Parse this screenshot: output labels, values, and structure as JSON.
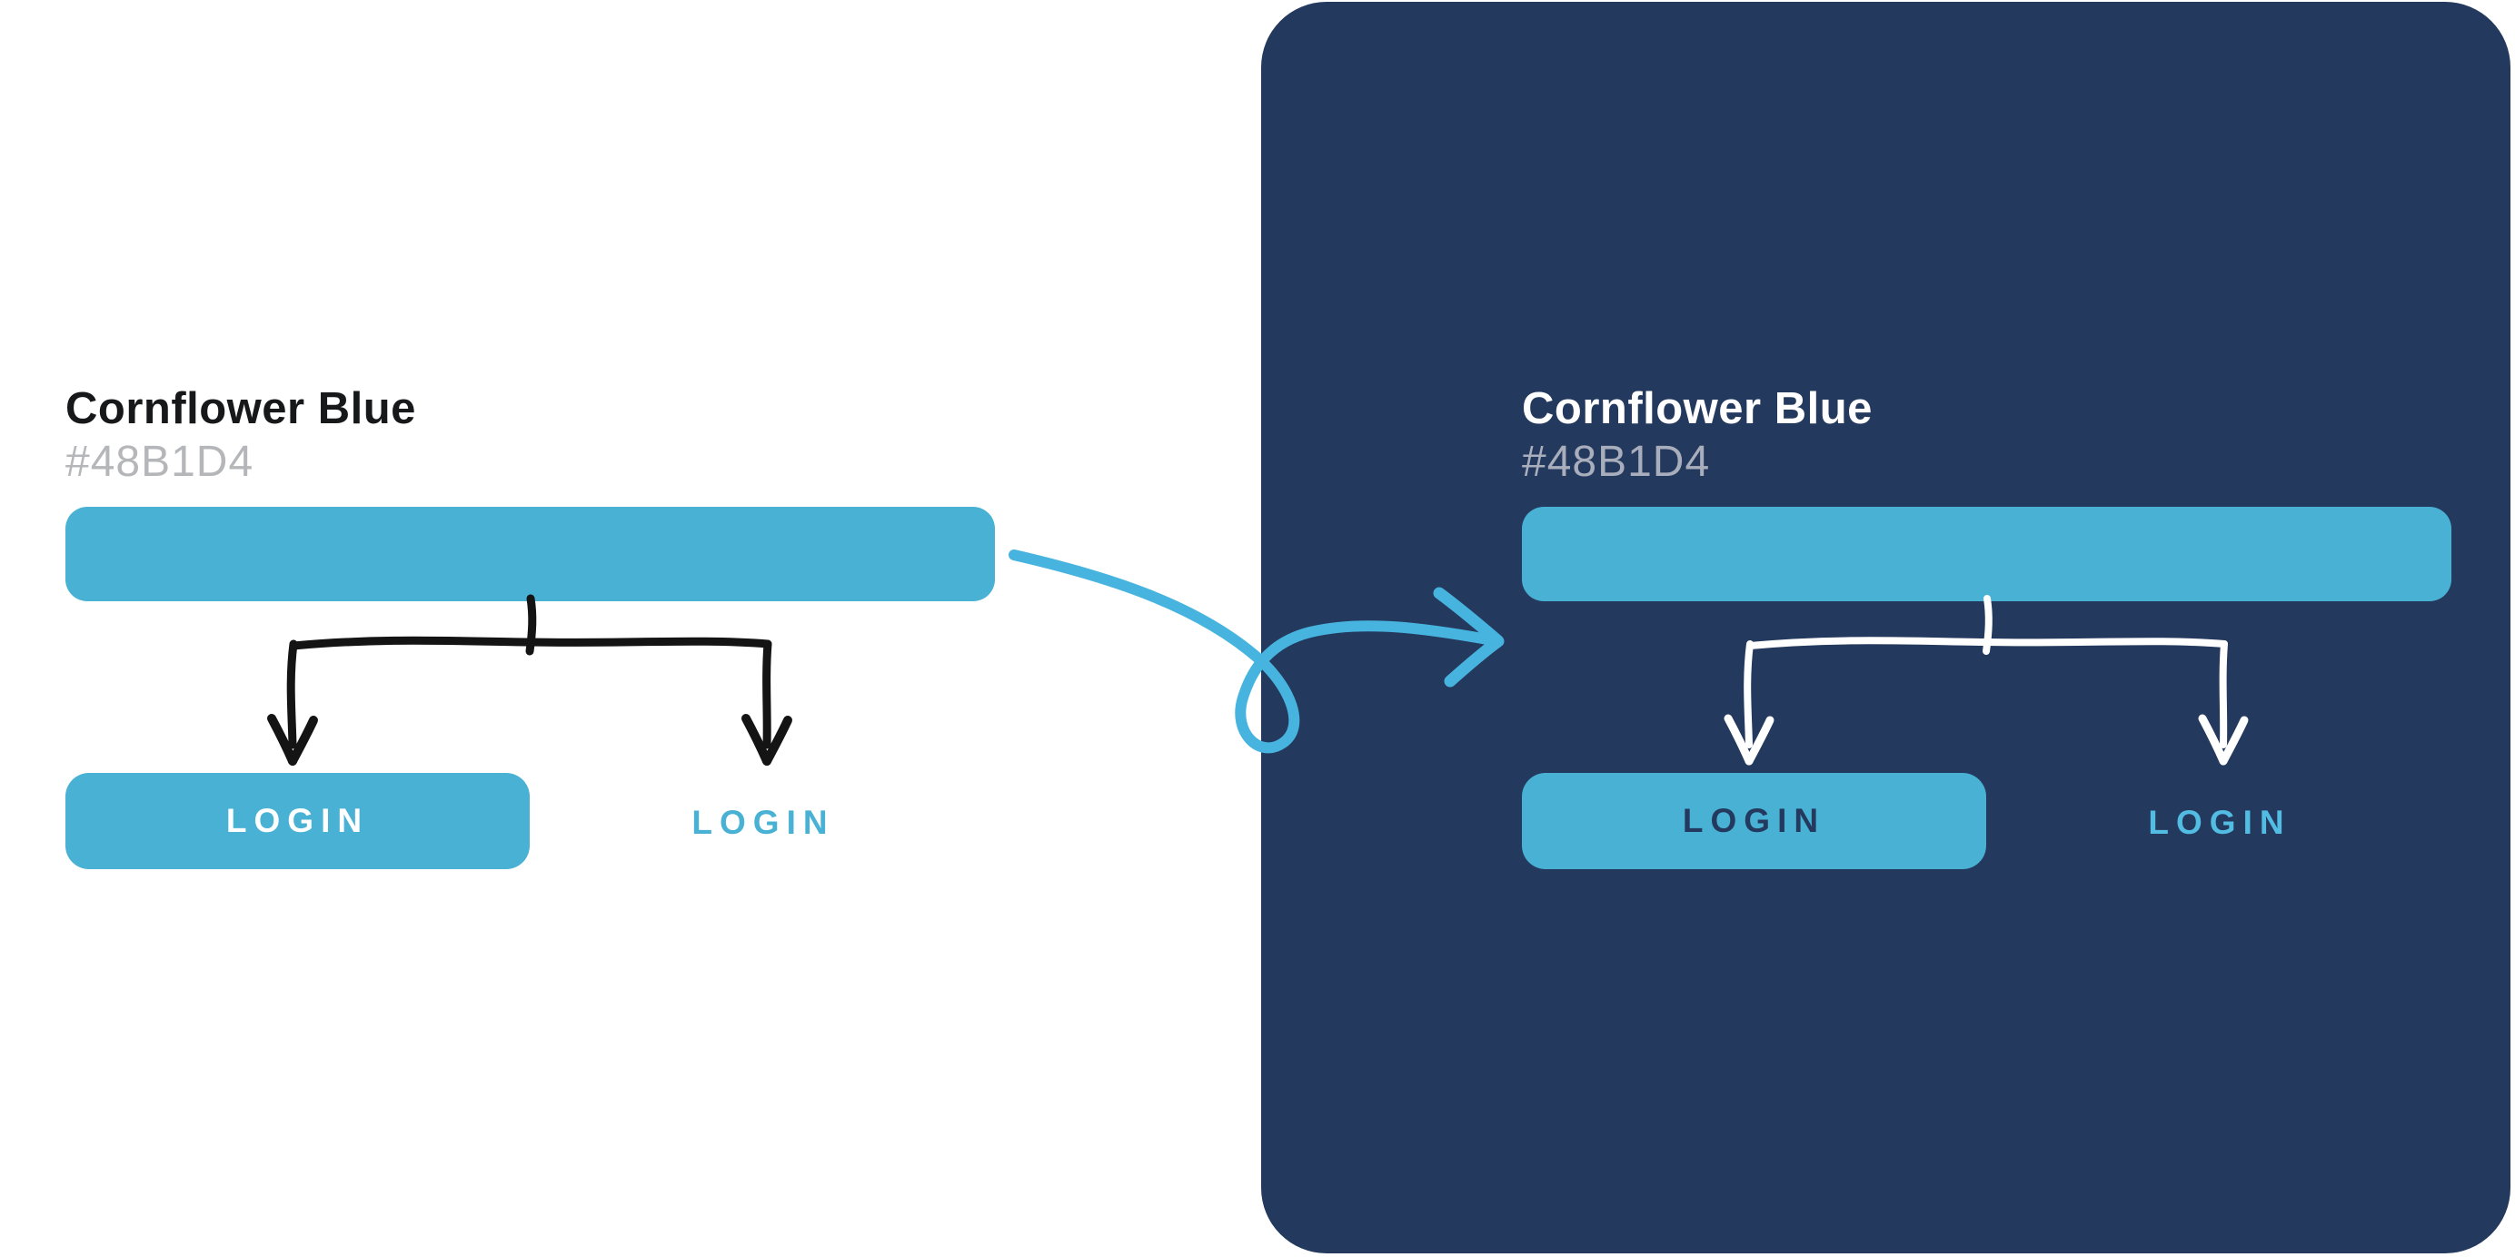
{
  "swatch": {
    "name": "Cornflower Blue",
    "hex": "#48B1D4"
  },
  "colors": {
    "accent": "#48B1D4",
    "panel_background": "#24395E",
    "light_title_text": "#17181A",
    "light_hex_text": "#B5B6B9",
    "dark_title_text": "#FFFFFF",
    "dark_hex_text": "#A9AEBC",
    "button_text_on_light": "#FFFFFF",
    "button_text_on_dark": "#24395E",
    "link_text_on_light": "#48B1D4",
    "link_text_on_dark": "#53BCE2",
    "branch_arrows_on_light": "#141414",
    "branch_arrows_on_dark": "#FFFFFF",
    "connector_arrow": "#47B4DF"
  },
  "light_preview": {
    "title": "Cornflower Blue",
    "hex_label": "#48B1D4",
    "button_label": "LOGIN",
    "link_label": "LOGIN"
  },
  "dark_preview": {
    "title": "Cornflower Blue",
    "hex_label": "#48B1D4",
    "button_label": "LOGIN",
    "link_label": "LOGIN"
  }
}
